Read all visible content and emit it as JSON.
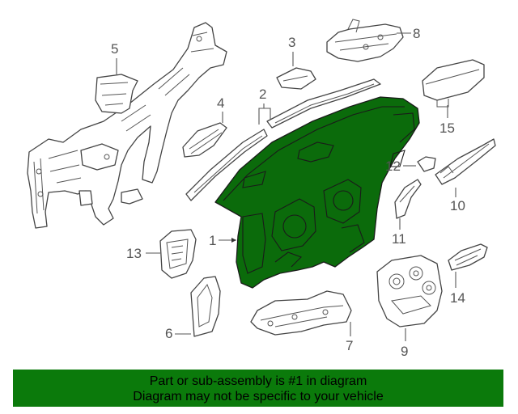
{
  "callouts": {
    "c1": "1",
    "c2": "2",
    "c3": "3",
    "c4": "4",
    "c5": "5",
    "c6": "6",
    "c7": "7",
    "c8": "8",
    "c9": "9",
    "c10": "10",
    "c11": "11",
    "c12": "12",
    "c13": "13",
    "c14": "14",
    "c15": "15"
  },
  "highlight_color": "#0b7a0b",
  "banner": {
    "line1": "Part or sub-assembly is #1 in diagram",
    "line2": "Diagram may not be specific to your vehicle"
  }
}
